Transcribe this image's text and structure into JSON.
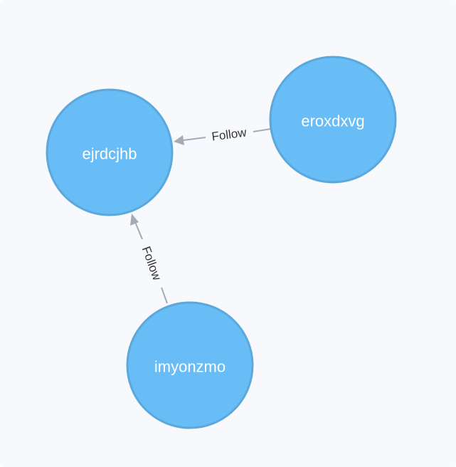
{
  "graph": {
    "nodes": [
      {
        "id": "n1",
        "label": "ejrdcjhb"
      },
      {
        "id": "n2",
        "label": "eroxdxvg"
      },
      {
        "id": "n3",
        "label": "imyonzmo"
      }
    ],
    "relationships": [
      {
        "from": "n2",
        "to": "n1",
        "label": "Follow"
      },
      {
        "from": "n3",
        "to": "n1",
        "label": "Follow"
      }
    ],
    "colors": {
      "node_fill": "#68bdf6",
      "node_stroke": "#5ca8db",
      "node_text": "#ffffff",
      "relationship": "#a5abb6",
      "relationship_text": "#333333",
      "background": "#f7f9fc"
    }
  }
}
